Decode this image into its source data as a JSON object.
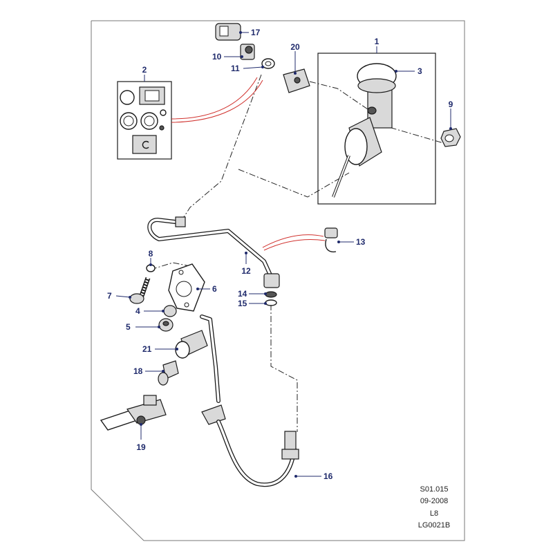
{
  "diagram": {
    "callouts": [
      {
        "id": "c1",
        "label": "1"
      },
      {
        "id": "c2",
        "label": "2"
      },
      {
        "id": "c3",
        "label": "3"
      },
      {
        "id": "c4",
        "label": "4"
      },
      {
        "id": "c5",
        "label": "5"
      },
      {
        "id": "c6",
        "label": "6"
      },
      {
        "id": "c7",
        "label": "7"
      },
      {
        "id": "c8",
        "label": "8"
      },
      {
        "id": "c9",
        "label": "9"
      },
      {
        "id": "c10",
        "label": "10"
      },
      {
        "id": "c11",
        "label": "11"
      },
      {
        "id": "c12",
        "label": "12"
      },
      {
        "id": "c13",
        "label": "13"
      },
      {
        "id": "c14",
        "label": "14"
      },
      {
        "id": "c15",
        "label": "15"
      },
      {
        "id": "c16",
        "label": "16"
      },
      {
        "id": "c17",
        "label": "17"
      },
      {
        "id": "c18",
        "label": "18"
      },
      {
        "id": "c19",
        "label": "19"
      },
      {
        "id": "c20",
        "label": "20"
      },
      {
        "id": "c21",
        "label": "21"
      }
    ],
    "reference": {
      "section": "S01.015",
      "date": "09-2008",
      "model": "L8",
      "code": "LG0021B"
    },
    "colors": {
      "callout": "#1f2a6b",
      "highlight_line": "#d0312d",
      "line": "#1a1a1a"
    }
  }
}
